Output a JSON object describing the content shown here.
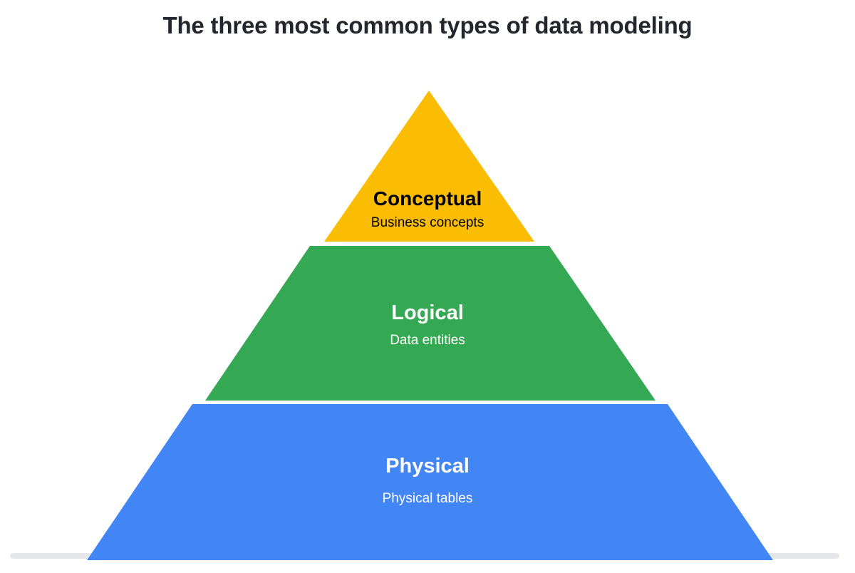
{
  "page": {
    "title": "The three most common types of data modeling",
    "background_color": "#ffffff",
    "title_color": "#23262d"
  },
  "chart_data": {
    "type": "pyramid",
    "title": "The three most common types of data modeling",
    "xlabel": "",
    "ylabel": "",
    "legend_position": "none",
    "grid": false,
    "orientation": "apex-up",
    "tiers": [
      {
        "level": 1,
        "position": "top",
        "label": "Conceptual",
        "sublabel": "Business concepts",
        "color": "#fbbc04",
        "text_color": "#000000",
        "relative_width": 0.3
      },
      {
        "level": 2,
        "position": "middle",
        "label": "Logical",
        "sublabel": "Data entities",
        "color": "#34a853",
        "text_color": "#ffffff",
        "relative_width": 0.66
      },
      {
        "level": 3,
        "position": "bottom",
        "label": "Physical",
        "sublabel": "Physical tables",
        "color": "#4285f4",
        "text_color": "#ffffff",
        "relative_width": 1.0
      }
    ],
    "baseline": {
      "color": "#e4e6e9",
      "visible": true
    }
  }
}
